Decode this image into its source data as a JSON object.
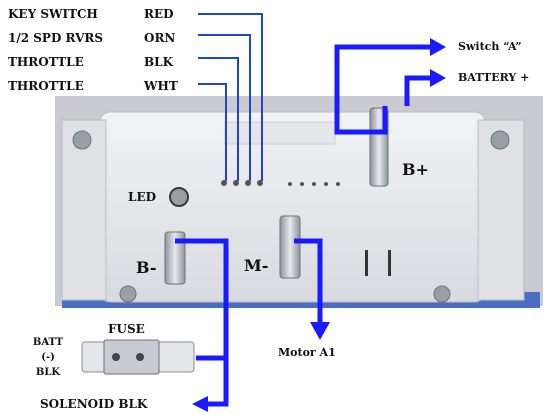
{
  "wire_table": [
    {
      "function": "KEY SWITCH",
      "color": "RED"
    },
    {
      "function": "1/2 SPD RVRS",
      "color": "ORN"
    },
    {
      "function": "THROTTLE",
      "color": "BLK"
    },
    {
      "function": "THROTTLE",
      "color": "WHT"
    }
  ],
  "outputs": {
    "switch_a": "Switch “A”",
    "battery_plus": "BATTERY +",
    "motor": "Motor A1",
    "solenoid": "SOLENOID BLK"
  },
  "terminals": {
    "led": "LED",
    "b_plus": "B+",
    "b_minus": "B-",
    "m_minus": "M-"
  },
  "fuse": {
    "label": "FUSE",
    "batt_line1": "BATT",
    "batt_line2": "(-)",
    "batt_line3": "BLK"
  },
  "colors": {
    "wire_blue": "#1a1aff",
    "thin_wire": "#2244cc",
    "controller_body": "#e8eaec",
    "mount_plate": "#4a6fc0",
    "terminal_metal": "#b8bcc4"
  }
}
